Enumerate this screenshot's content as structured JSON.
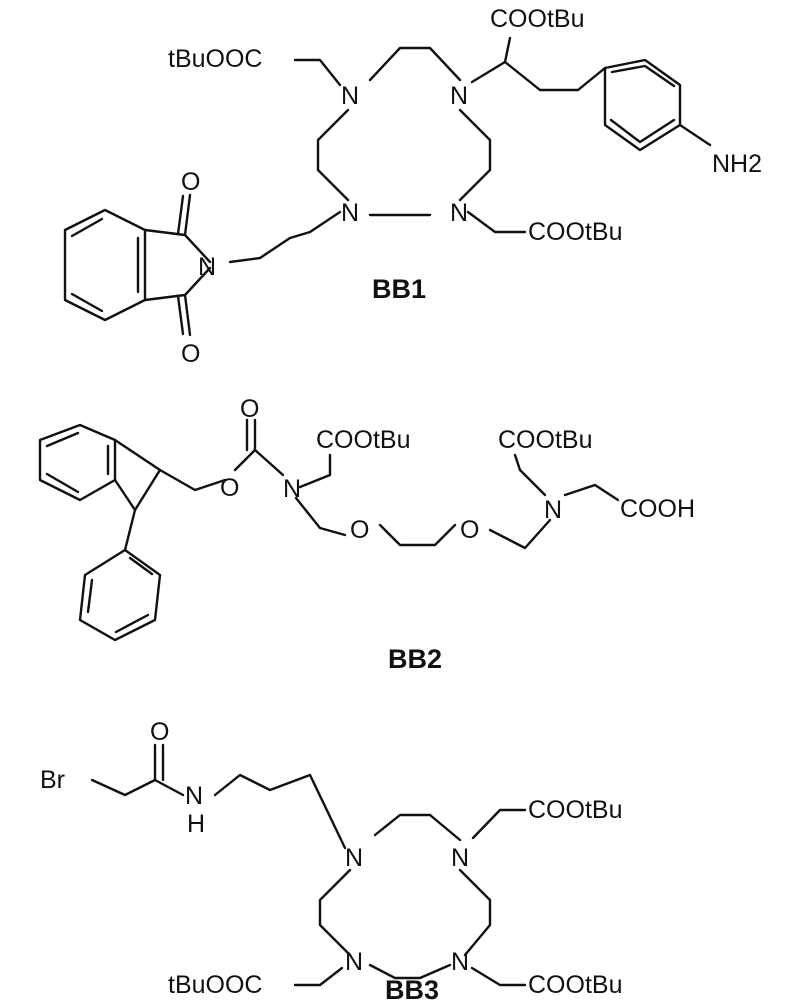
{
  "compounds": [
    {
      "label": "BB1",
      "atoms": {
        "n_tl": "N",
        "n_tr": "N",
        "n_bl": "N",
        "n_br": "N",
        "tbuoocc": "tBuOOC",
        "coo_top": "COOtBu",
        "coo_right": "COOtBu",
        "nh2": "NH2",
        "o_top": "O",
        "o_bottom": "O",
        "n_imide": "N"
      }
    },
    {
      "label": "BB2",
      "atoms": {
        "o_carbonyl": "O",
        "o_ester": "O",
        "n_left": "N",
        "coo_left": "COOtBu",
        "coo_right": "COOtBu",
        "o_ether1": "O",
        "o_ether2": "O",
        "n_right": "N",
        "cooh": "COOH"
      }
    },
    {
      "label": "BB3",
      "atoms": {
        "br": "Br",
        "o_amide": "O",
        "nh_n": "N",
        "nh_h": "H",
        "n_tl": "N",
        "n_tr": "N",
        "n_bl": "N",
        "n_br": "N",
        "coo_tr": "COOtBu",
        "tbuoocc": "tBuOOC",
        "coo_br": "COOtBu"
      }
    }
  ]
}
